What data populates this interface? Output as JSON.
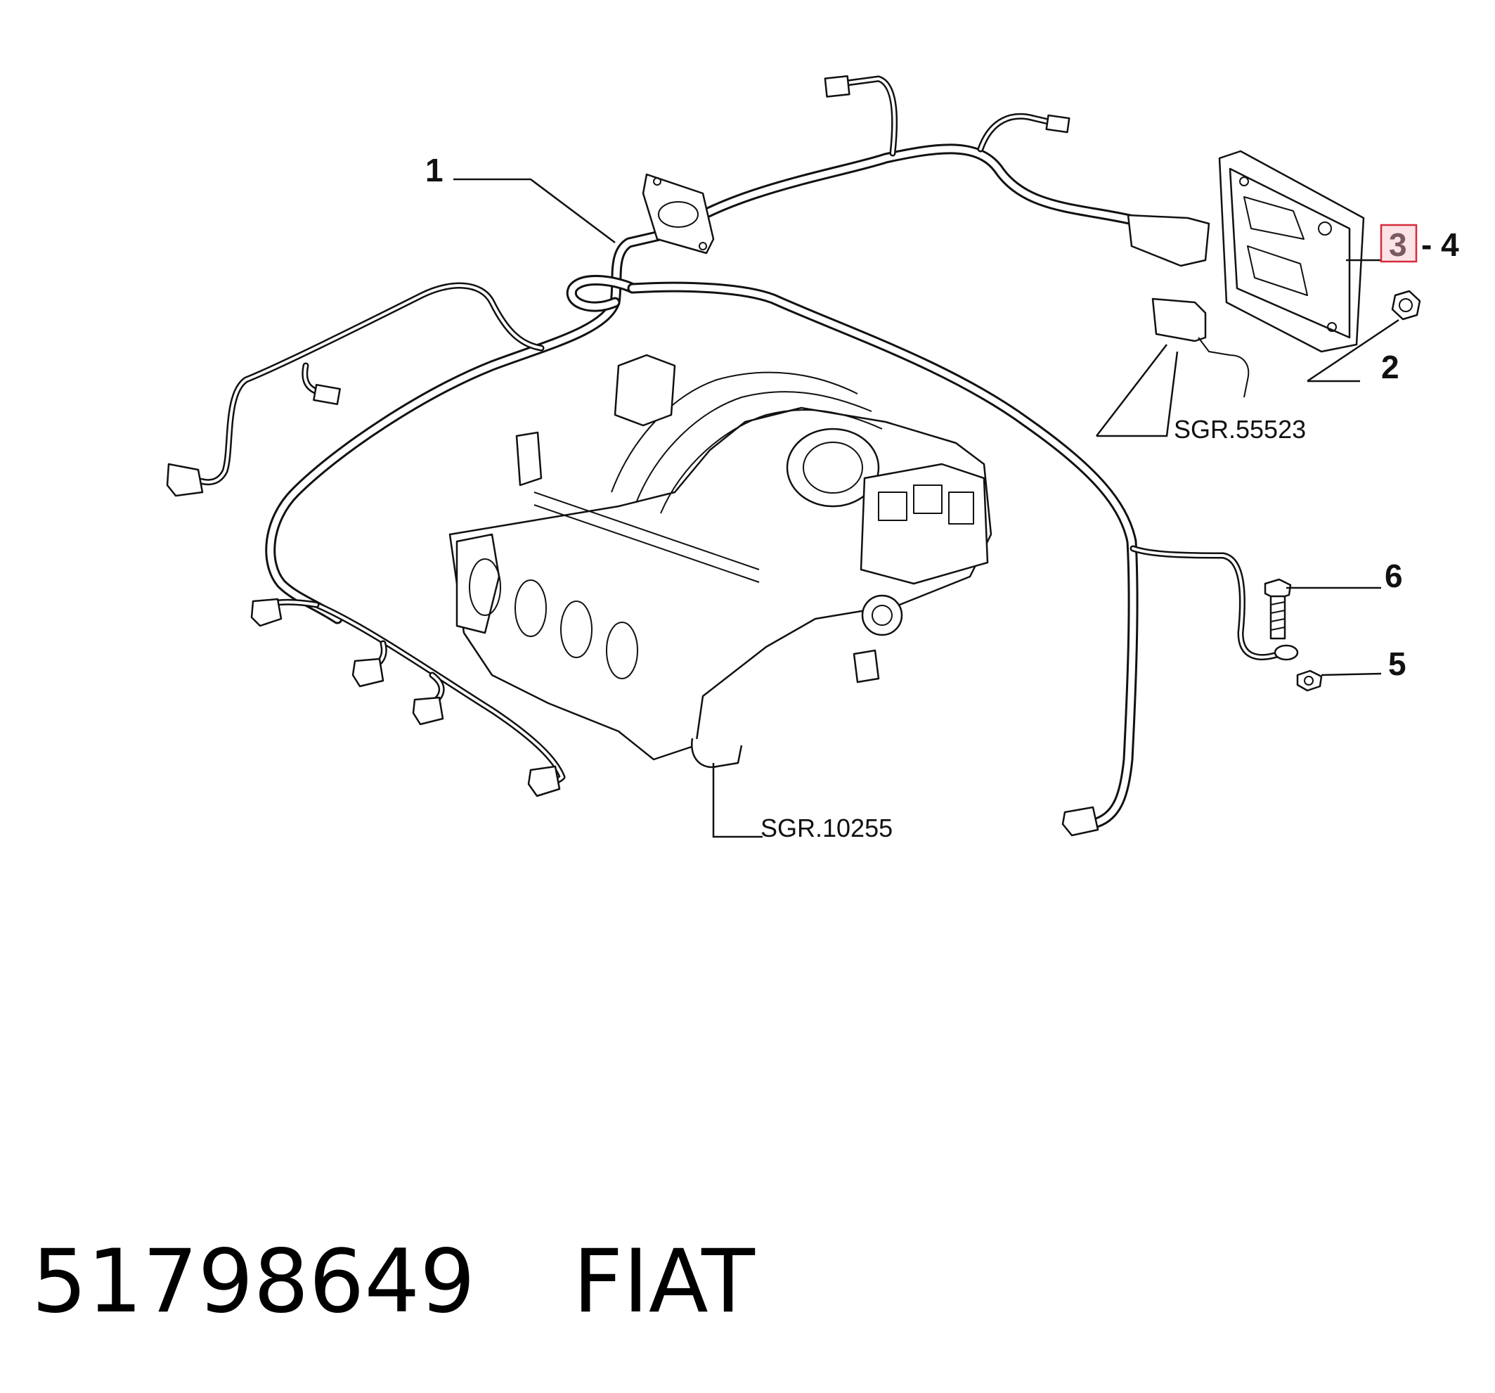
{
  "diagram": {
    "callouts": [
      {
        "id": "1",
        "label": "1"
      },
      {
        "id": "2",
        "label": "2"
      },
      {
        "id": "3",
        "label": "3",
        "highlighted": true
      },
      {
        "id": "4",
        "label": "- 4"
      },
      {
        "id": "5",
        "label": "5"
      },
      {
        "id": "6",
        "label": "6"
      }
    ],
    "references": [
      {
        "id": "sgr-55523",
        "label": "SGR.55523"
      },
      {
        "id": "sgr-10255",
        "label": "SGR.10255"
      }
    ],
    "highlight_color": "#d62a3a"
  },
  "caption": {
    "part_number": "51798649",
    "brand": "FIAT"
  }
}
